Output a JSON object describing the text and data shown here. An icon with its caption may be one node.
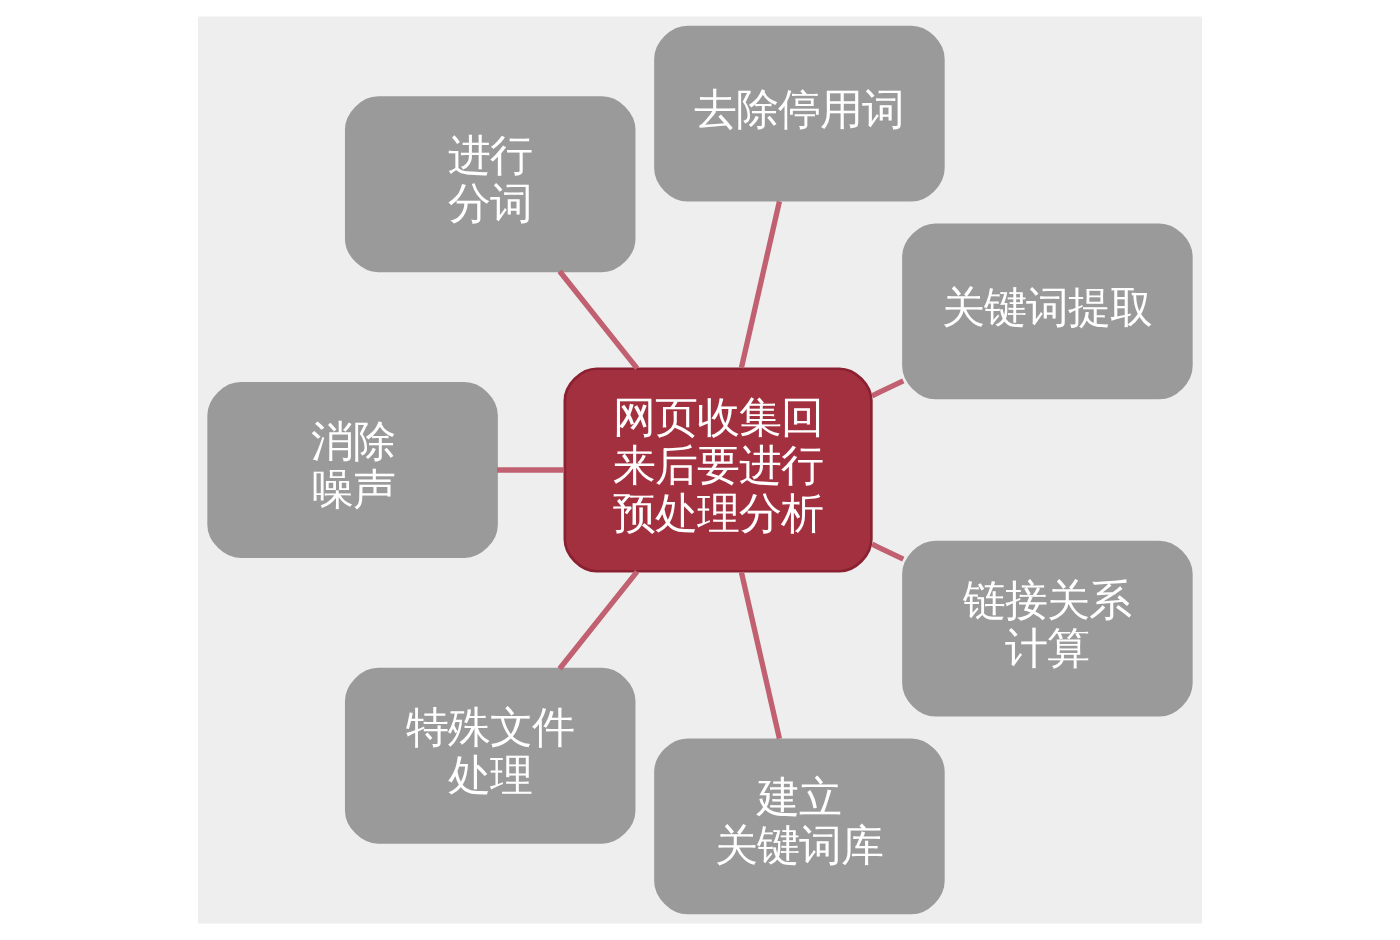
{
  "diagram": {
    "nodes": [
      {
        "text": [
          "关键词提取"
        ]
      },
      {
        "text": [
          "去除停用词"
        ]
      },
      {
        "text": [
          "进行分词"
        ]
      },
      {
        "text": [
          "网页收集回来后要进行预处理分析"
        ]
      },
      {
        "text": [
          "消除噪声"
        ]
      },
      {
        "text": [
          "特殊文件处理"
        ]
      },
      {
        "text": [
          "建立关键词库"
        ]
      },
      {
        "text": [
          "链接关系计算"
        ]
      }
    ],
    "edges": [
      {
        "from": 3,
        "to": 0,
        "arrow": "none"
      },
      {
        "from": 3,
        "to": 2,
        "arrow": "none"
      },
      {
        "from": 3,
        "to": 5,
        "arrow": "none"
      },
      {
        "from": 3,
        "to": 7,
        "arrow": "none"
      },
      {
        "from": 3,
        "to": 6,
        "arrow": "none"
      },
      {
        "from": 3,
        "to": 4,
        "arrow": "none"
      },
      {
        "from": 3,
        "to": 1,
        "arrow": "none"
      }
    ]
  }
}
